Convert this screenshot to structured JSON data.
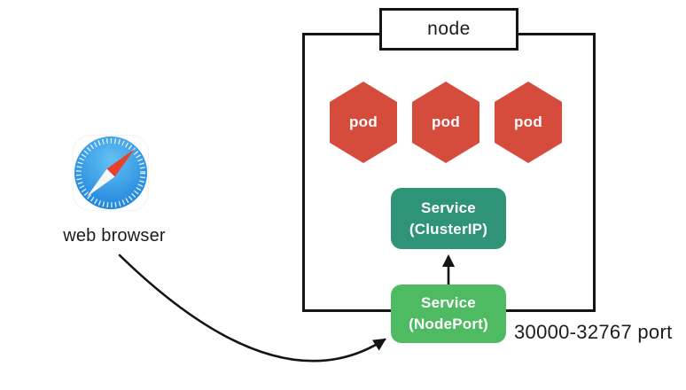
{
  "diagram": {
    "node": {
      "label": "node"
    },
    "pods": [
      {
        "label": "pod"
      },
      {
        "label": "pod"
      },
      {
        "label": "pod"
      }
    ],
    "services": {
      "cluster_ip": {
        "name": "Service",
        "type": "(ClusterIP)"
      },
      "node_port": {
        "name": "Service",
        "type": "(NodePort)"
      }
    },
    "port_range": "30000-32767 port",
    "browser": {
      "label": "web browser",
      "icon": "safari-compass-icon"
    },
    "colors": {
      "pod_fill": "#d54c3d",
      "cluster_ip_fill": "#2e9377",
      "node_port_fill": "#4eba62",
      "outline": "#141414",
      "browser_blue_inner": "#63c1f3",
      "browser_blue_outer": "#1b7fd9",
      "needle_red": "#e8402a",
      "needle_white": "#f5f6f7"
    }
  }
}
